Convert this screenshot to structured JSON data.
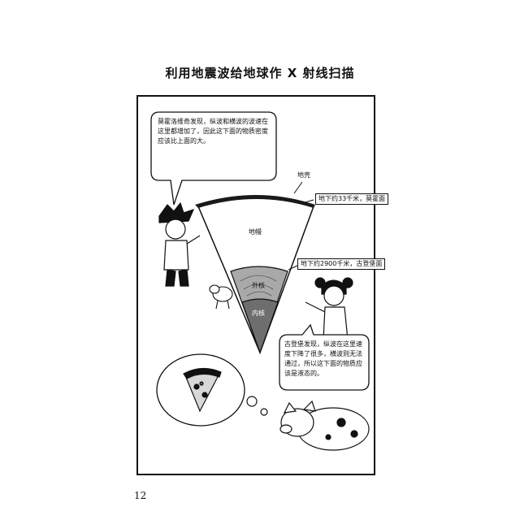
{
  "page": {
    "title": "利用地震波给地球作 X 射线扫描",
    "page_number": "12"
  },
  "panel": {
    "bubble_left": "莫霍洛维奇发现，纵波和横波的波速在这里都增加了，因此这下面的物质密度应该比上面的大。",
    "bubble_right": "古登堡发现，纵波在这里速度下降了很多，横波则无法通过，所以这下面的物质应该是液态的。",
    "labels": {
      "crust": "地壳",
      "mantle": "地幔",
      "outer_core": "外核",
      "inner_core": "内核"
    },
    "tags": {
      "moho": "地下约33千米，莫霍面",
      "gutenberg": "地下约2900千米，古登堡面"
    }
  },
  "colors": {
    "ink": "#111111",
    "crust": "#1a1a1a",
    "outer_core": "#a9a9a9",
    "inner_core": "#6e6e6e"
  }
}
